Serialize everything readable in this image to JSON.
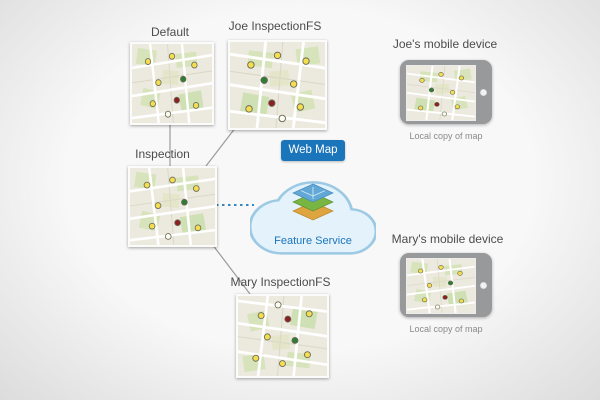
{
  "versions": {
    "default": {
      "label": "Default"
    },
    "joe_fs": {
      "label": "Joe InspectionFS"
    },
    "inspection": {
      "label": "Inspection"
    },
    "mary_fs": {
      "label": "Mary InspectionFS"
    }
  },
  "cloud": {
    "button_label": "Web Map",
    "service_label": "Feature Service",
    "button_color": "#1b75bb",
    "cloud_fill": "#e4f2fb",
    "cloud_stroke": "#9cc9e4",
    "service_text_color": "#1b75bb"
  },
  "devices": {
    "joe": {
      "label": "Joe's mobile device",
      "caption": "Local copy of map"
    },
    "mary": {
      "label": "Mary's mobile device",
      "caption": "Local copy of map"
    }
  },
  "connectors": {
    "branch_line_color": "#9b9b9b",
    "sync_line_color": "#1b75bb",
    "sync_line_style": "dotted"
  },
  "map_legend": {
    "dot_yellow": "#f4de4e",
    "dot_green": "#2e7d32",
    "dot_red": "#8e1f1f"
  }
}
